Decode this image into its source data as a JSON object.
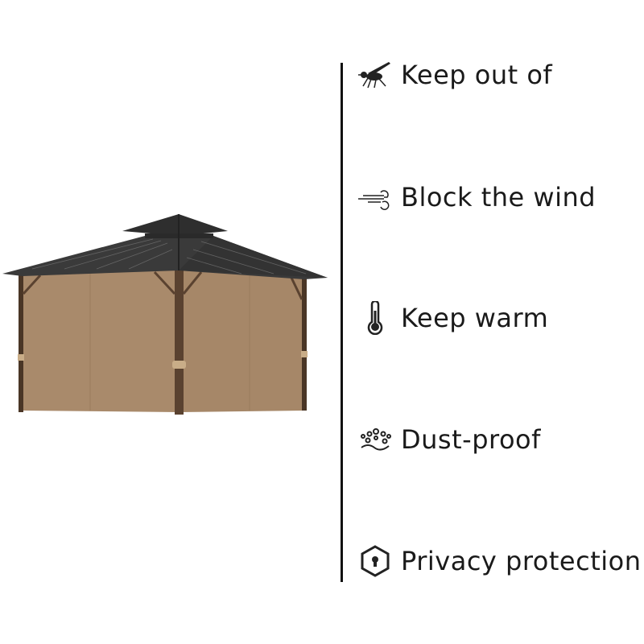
{
  "features": [
    {
      "label": "Keep out of",
      "icon": "mosquito-icon"
    },
    {
      "label": "Block the wind",
      "icon": "wind-icon"
    },
    {
      "label": "Keep warm",
      "icon": "thermometer-icon"
    },
    {
      "label": "Dust-proof",
      "icon": "dust-icon"
    },
    {
      "label": "Privacy protection",
      "icon": "shield-lock-icon"
    }
  ],
  "colors": {
    "curtain": "#a98a6b",
    "roof": "#3a3a3a",
    "frame": "#4a3626",
    "divider": "#111111"
  }
}
